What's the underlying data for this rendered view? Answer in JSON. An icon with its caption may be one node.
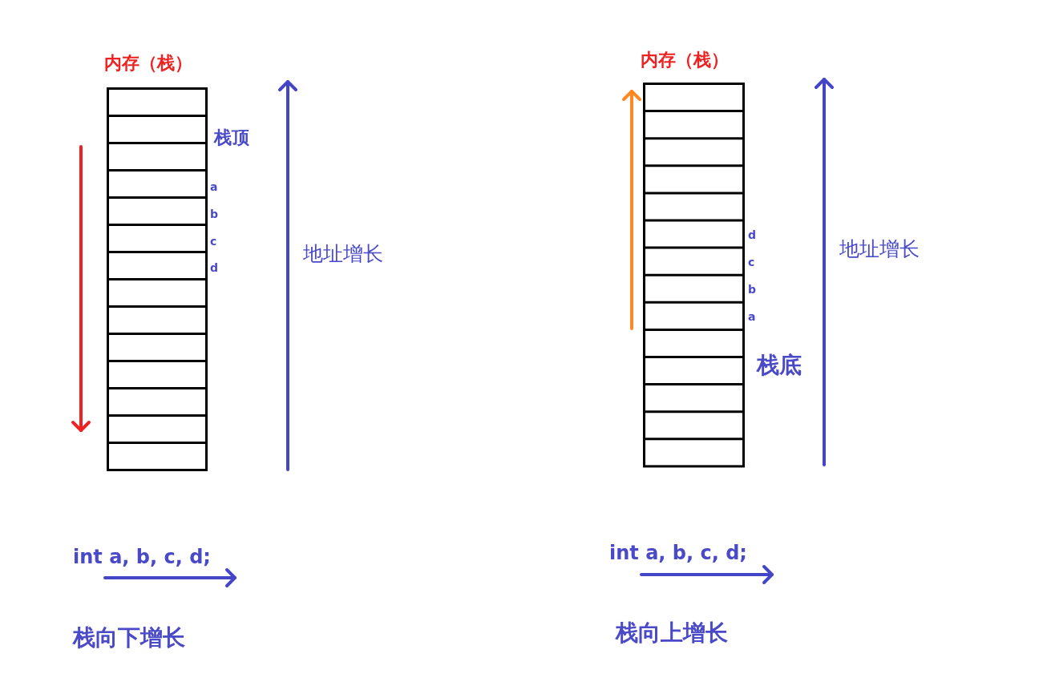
{
  "diagram": {
    "nodes": [
      {
        "text": [
          "内存（栈）"
        ]
      },
      {
        "text": [
          "内存（栈）"
        ]
      }
    ],
    "labels": [
      "栈顶",
      "a",
      "b",
      "c",
      "d",
      "地址增长",
      "int a, b, c, d;",
      "栈向下增长",
      "d",
      "c",
      "b",
      "a",
      "栈底",
      "地址增长",
      "int a, b, c, d;",
      "栈向上增长"
    ]
  }
}
